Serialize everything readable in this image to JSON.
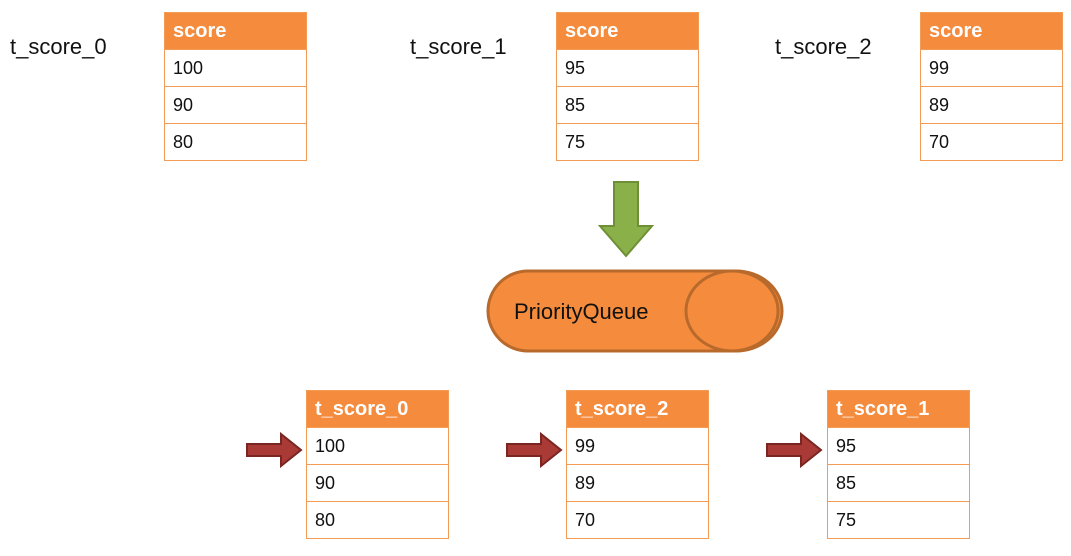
{
  "source_tables": [
    {
      "label": "t_score_0",
      "header": "score",
      "rows": [
        "100",
        "90",
        "80"
      ]
    },
    {
      "label": "t_score_1",
      "header": "score",
      "rows": [
        "95",
        "85",
        "75"
      ]
    },
    {
      "label": "t_score_2",
      "header": "score",
      "rows": [
        "99",
        "89",
        "70"
      ]
    }
  ],
  "queue": {
    "label": "PriorityQueue"
  },
  "result_tables": [
    {
      "header": "t_score_0",
      "rows": [
        "100",
        "90",
        "80"
      ]
    },
    {
      "header": "t_score_2",
      "rows": [
        "99",
        "89",
        "70"
      ]
    },
    {
      "header": "t_score_1",
      "rows": [
        "95",
        "85",
        "75"
      ]
    }
  ],
  "colors": {
    "table_header": "#f58b3c",
    "table_border": "#f39a55",
    "queue_fill": "#f58b3c",
    "queue_stroke": "#b86a2c",
    "down_arrow": "#8ab04a",
    "pointer_arrow": "#a93a35"
  }
}
